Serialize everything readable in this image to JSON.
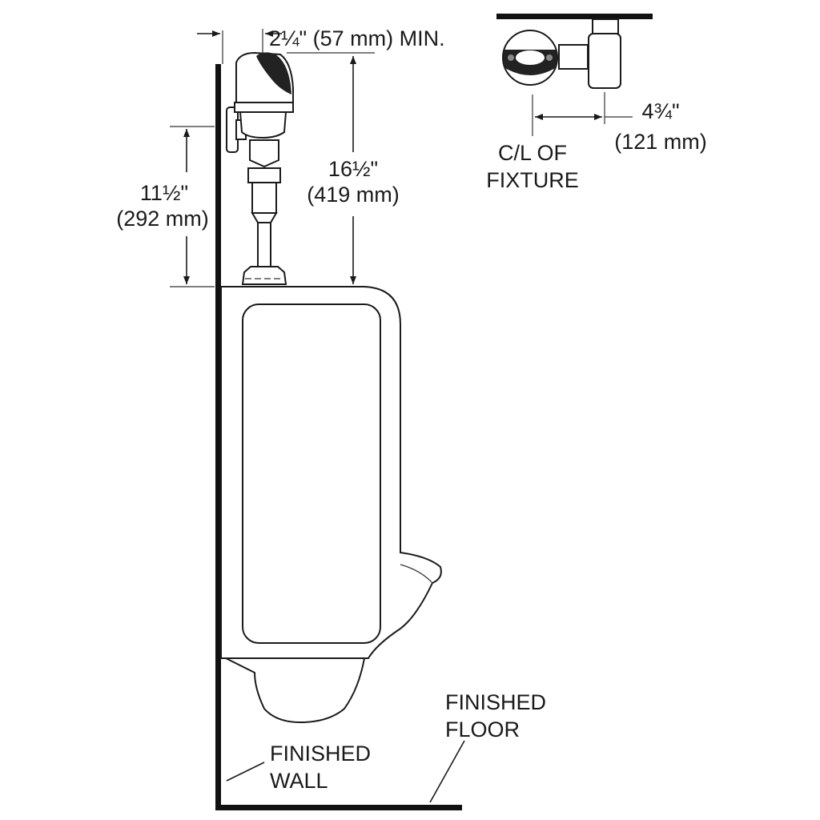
{
  "dimensions": {
    "offset_min": "2¼\" (57 mm) MIN.",
    "valve_height": "16½\"",
    "valve_height_mm": "(419 mm)",
    "inlet_height": "11½\"",
    "inlet_height_mm": "(292 mm)",
    "centerline_offset": "4¾\"",
    "centerline_offset_mm": "(121 mm)"
  },
  "labels": {
    "centerline_line1": "C/L OF",
    "centerline_line2": "FIXTURE",
    "floor_line1": "FINISHED",
    "floor_line2": "FLOOR",
    "wall_line1": "FINISHED",
    "wall_line2": "WALL"
  }
}
